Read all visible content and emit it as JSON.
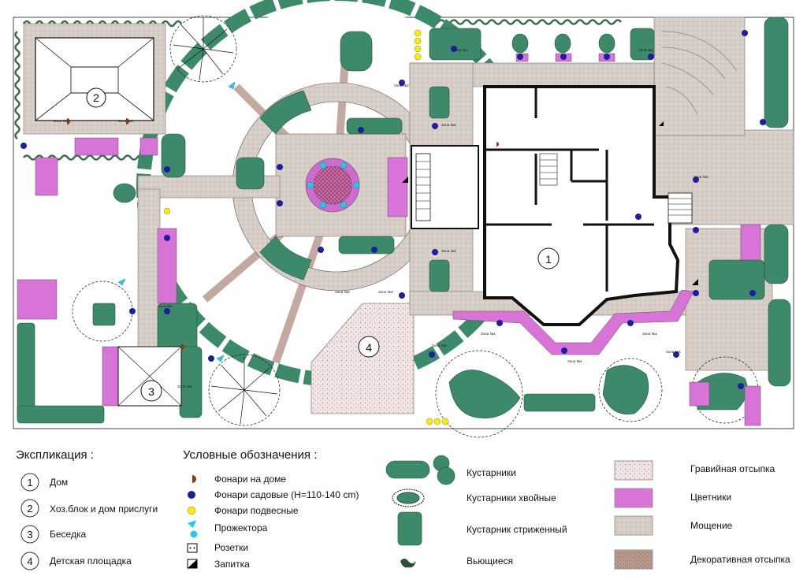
{
  "plan": {
    "numbers": {
      "house": "1",
      "service": "2",
      "gazebo": "3",
      "playground": "4"
    },
    "zone_labels": [
      "Зона №1",
      "Зона №2",
      "Зона №3",
      "Зона №4"
    ]
  },
  "explication": {
    "title": "Экспликация :",
    "items": [
      {
        "num": "1",
        "label": "Дом"
      },
      {
        "num": "2",
        "label": "Хоз.блок и дом прислуги"
      },
      {
        "num": "3",
        "label": "Беседка"
      },
      {
        "num": "4",
        "label": "Детская площадка"
      }
    ]
  },
  "legend": {
    "title": "Условные обозначения :",
    "lights": [
      {
        "label": "Фонари на доме",
        "icon": "half-circle-icon",
        "color": "#8b3a1c"
      },
      {
        "label": "Фонари садовые  (H=110-140 cm)",
        "icon": "dot-icon",
        "color": "#1e1e9c"
      },
      {
        "label": "Фонари подвесные",
        "icon": "dot-icon",
        "color": "#ffee00"
      },
      {
        "label": "Прожектора",
        "icon": "spotlight-icon",
        "color": "#28c8e0"
      },
      {
        "label": "Розетки",
        "icon": "socket-icon",
        "color": "#000000"
      },
      {
        "label": "Запитка",
        "icon": "power-feed-icon",
        "color": "#000000"
      }
    ],
    "plants": [
      {
        "label": "Кустарники",
        "icon": "shrub-icon"
      },
      {
        "label": "Кустарники хвойные",
        "icon": "conifer-shrub-icon"
      },
      {
        "label": "Кустарник стриженный",
        "icon": "trimmed-hedge-icon"
      },
      {
        "label": "Вьющиеся",
        "icon": "climbing-plant-icon"
      }
    ],
    "surfaces": [
      {
        "label": "Гравийная отсыпка",
        "icon": "gravel-swatch"
      },
      {
        "label": "Цветники",
        "icon": "flowerbed-swatch"
      },
      {
        "label": "Мощение",
        "icon": "paving-swatch"
      },
      {
        "label": "Декоративная отсыпка",
        "icon": "decorative-fill-swatch"
      }
    ]
  },
  "colors": {
    "hedge": "#3d8a6a",
    "flowerbed": "#d873d8",
    "paving": "#d8cfc8",
    "gravel": "#ecdede",
    "decorative": "#b79a90",
    "lamp_garden": "#1e1e9c",
    "lamp_hanging": "#ffee00",
    "spotlight": "#28c8e0",
    "house_lamp": "#8b3a1c"
  }
}
